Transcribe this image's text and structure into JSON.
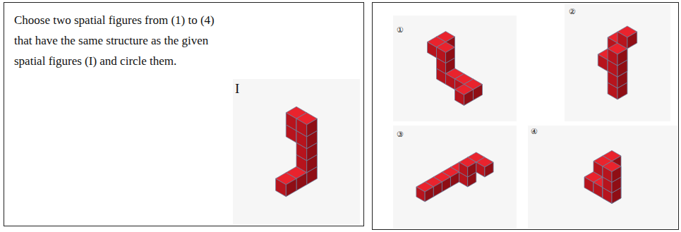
{
  "diagram": {
    "nodes": [
      {
        "text": [
          "Choose two spatial figures from (1) to (4) that have the same structure as the given spatial figures (I) and circle them."
        ]
      }
    ],
    "labels": [
      "I",
      "①",
      "②",
      "③",
      "④"
    ]
  }
}
